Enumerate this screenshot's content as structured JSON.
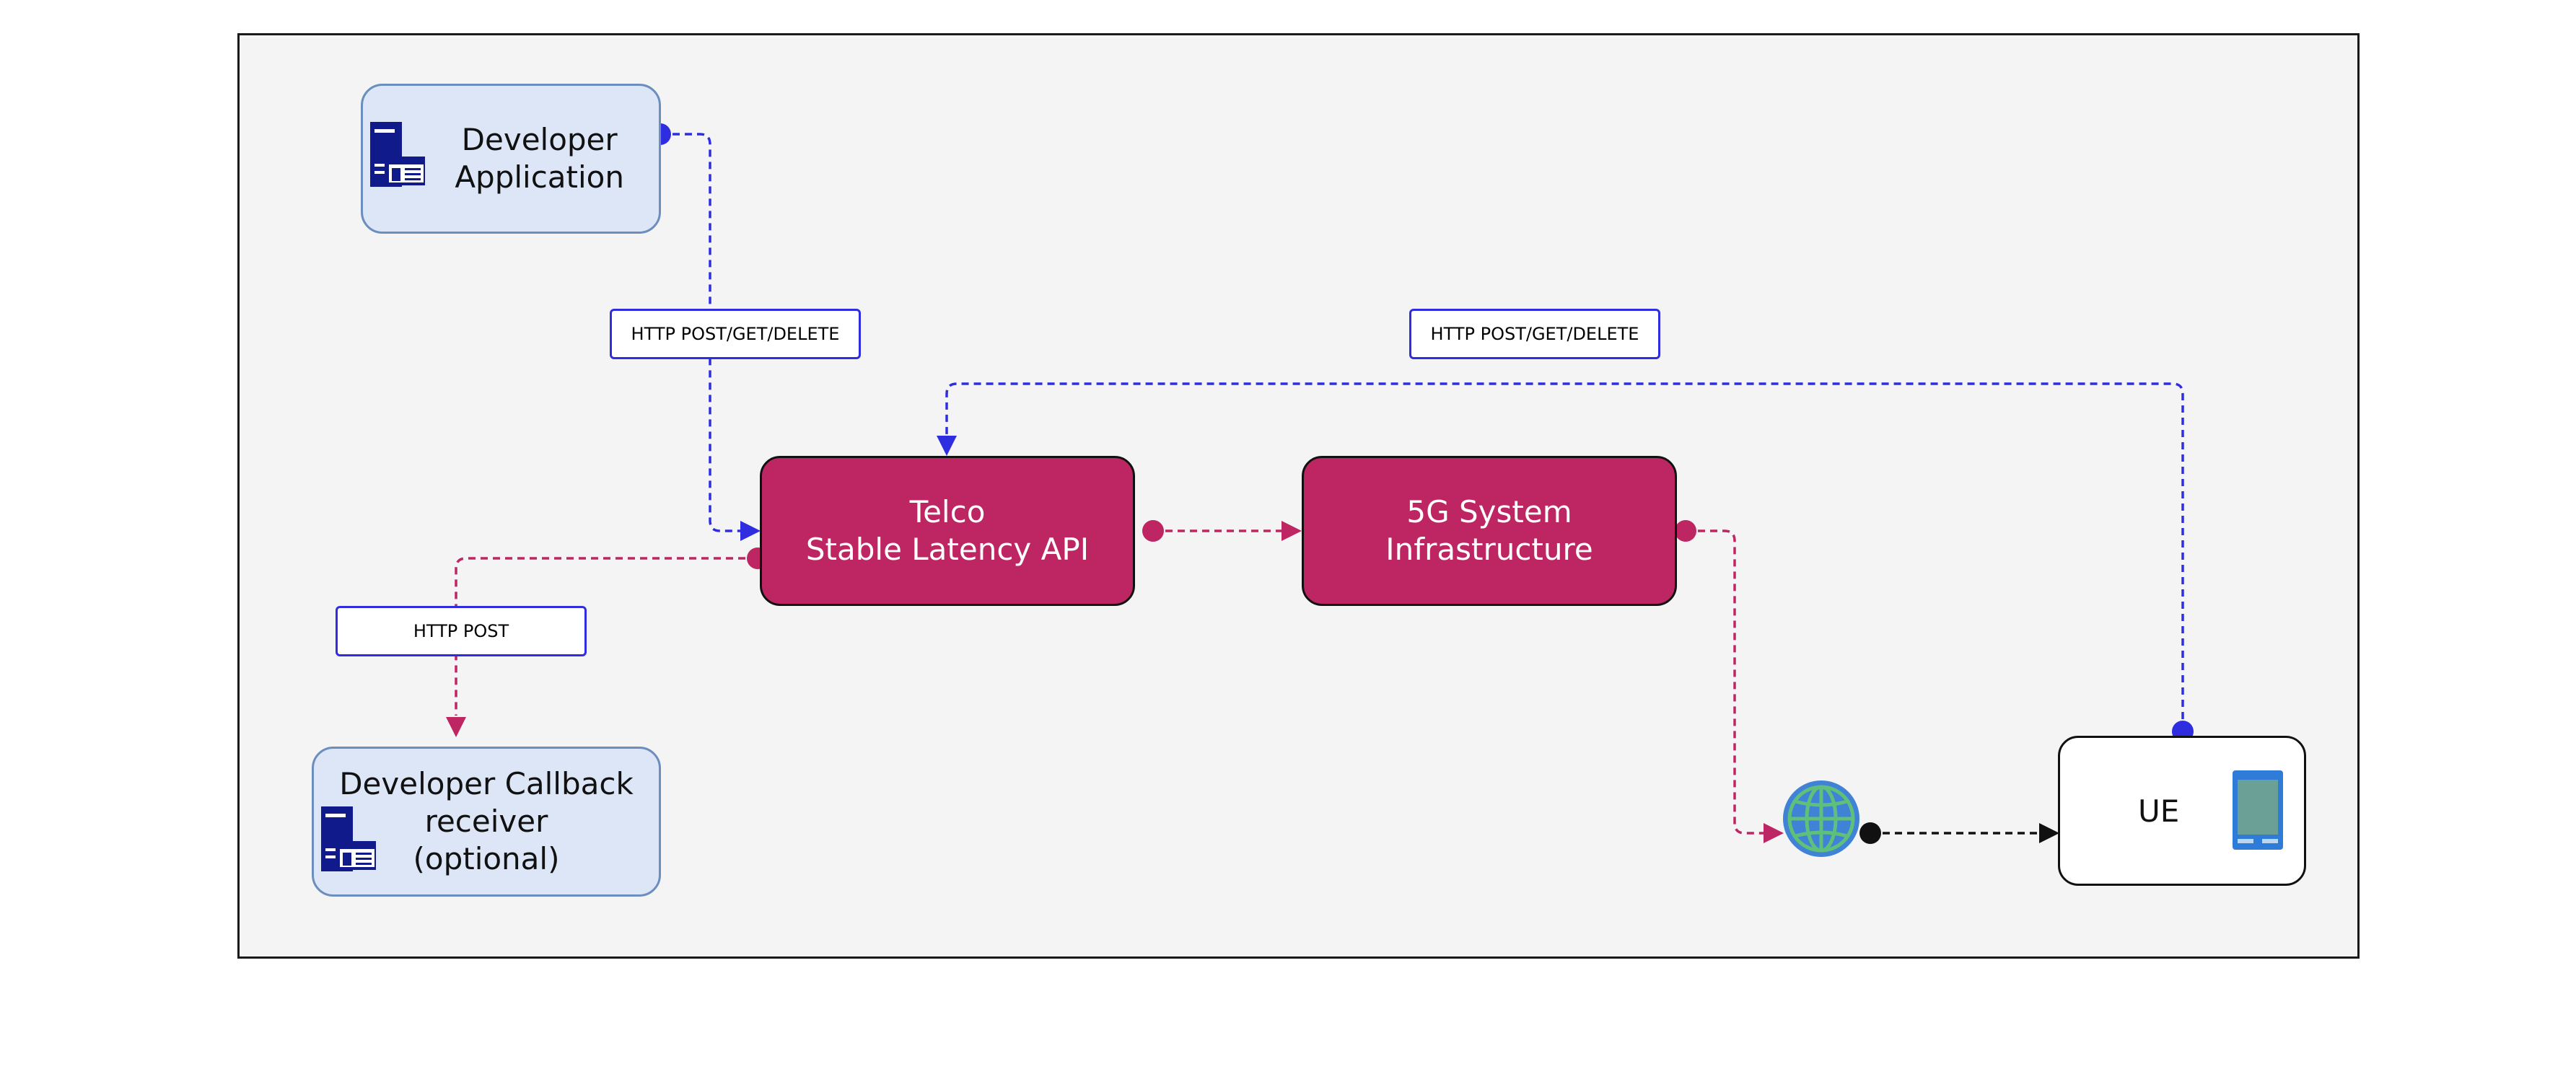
{
  "nodes": {
    "developer_app": {
      "line1": "Developer",
      "line2": "Application"
    },
    "callback": {
      "line1": "Developer Callback",
      "line2": "receiver",
      "line3": "(optional)"
    },
    "telco_api": {
      "line1": "Telco",
      "line2": "Stable Latency API"
    },
    "infra": {
      "line1": "5G System",
      "line2": "Infrastructure"
    },
    "ue": {
      "label": "UE"
    }
  },
  "edge_labels": {
    "dev_to_api": "HTTP POST/GET/DELETE",
    "ue_to_api": "HTTP POST/GET/DELETE",
    "api_to_callback": "HTTP POST"
  },
  "icons": [
    "server-icon",
    "globe-icon",
    "mobile-phone-icon"
  ],
  "colors": {
    "blue_connector": "#2e2ee0",
    "magenta_connector": "#bd2662",
    "developer_fill": "#dce6f7",
    "core_fill": "#bd2662",
    "globe": "#3f82d6"
  }
}
